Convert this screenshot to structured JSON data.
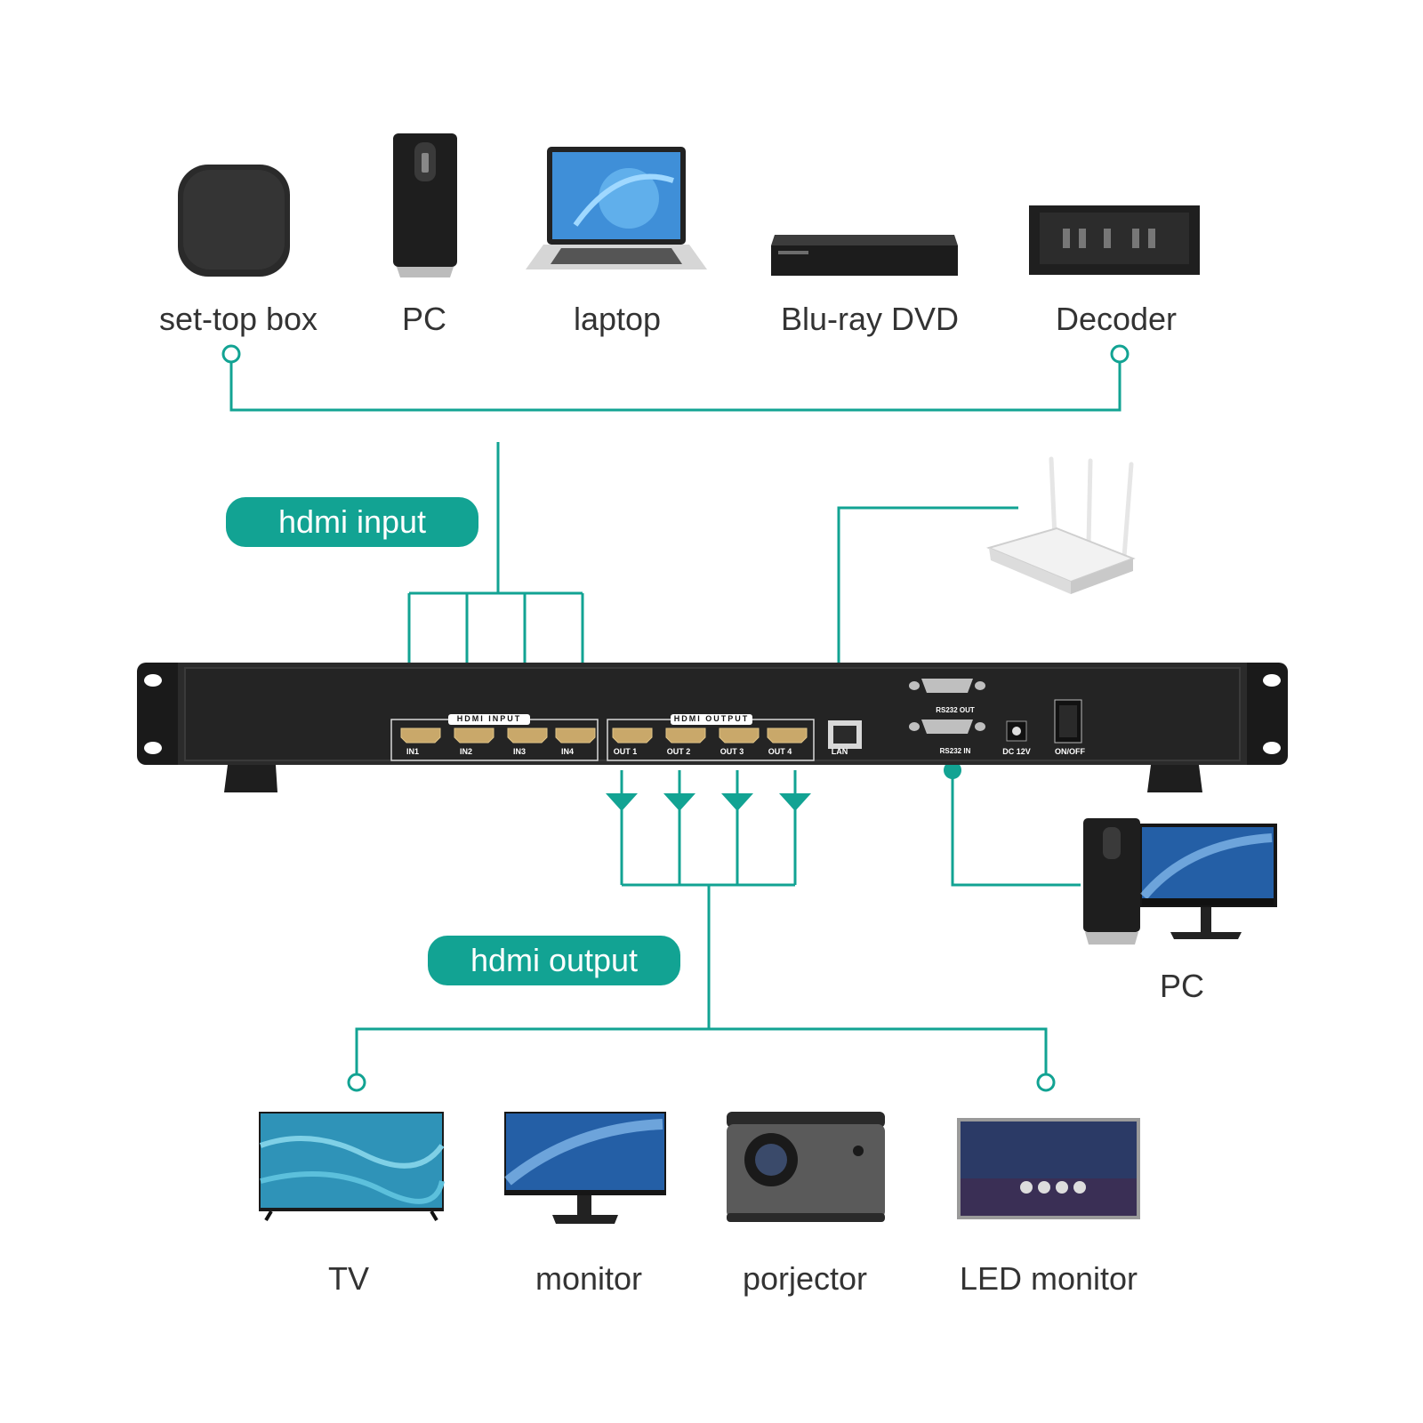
{
  "colors": {
    "accent": "#12a393",
    "text": "#333333",
    "device_body": "#1b1b1b",
    "port_text": "#ffffff"
  },
  "inputs": [
    {
      "label": "set-top box",
      "icon": "set-top-box-icon"
    },
    {
      "label": "PC",
      "icon": "pc-tower-icon"
    },
    {
      "label": "laptop",
      "icon": "laptop-icon"
    },
    {
      "label": "Blu-ray DVD",
      "icon": "bluray-player-icon"
    },
    {
      "label": "Decoder",
      "icon": "decoder-icon"
    }
  ],
  "pills": {
    "input": "hdmi input",
    "output": "hdmi output"
  },
  "device": {
    "input_group_label": "HDMI INPUT",
    "output_group_label": "HDMI OUTPUT",
    "in_ports": [
      "IN1",
      "IN2",
      "IN3",
      "IN4"
    ],
    "out_ports": [
      "OUT 1",
      "OUT 2",
      "OUT 3",
      "OUT 4"
    ],
    "lan": "LAN",
    "rs232_out": "RS232 OUT",
    "rs232_in": "RS232 IN",
    "dc": "DC 12V",
    "onoff": "ON/OFF"
  },
  "router": {
    "icon": "wifi-router-icon"
  },
  "control_pc": {
    "label": "PC",
    "icon": "desktop-pc-icon"
  },
  "outputs": [
    {
      "label": "TV",
      "icon": "tv-icon"
    },
    {
      "label": "monitor",
      "icon": "monitor-icon"
    },
    {
      "label": "porjector",
      "icon": "projector-icon"
    },
    {
      "label": "LED monitor",
      "icon": "led-monitor-icon"
    }
  ]
}
